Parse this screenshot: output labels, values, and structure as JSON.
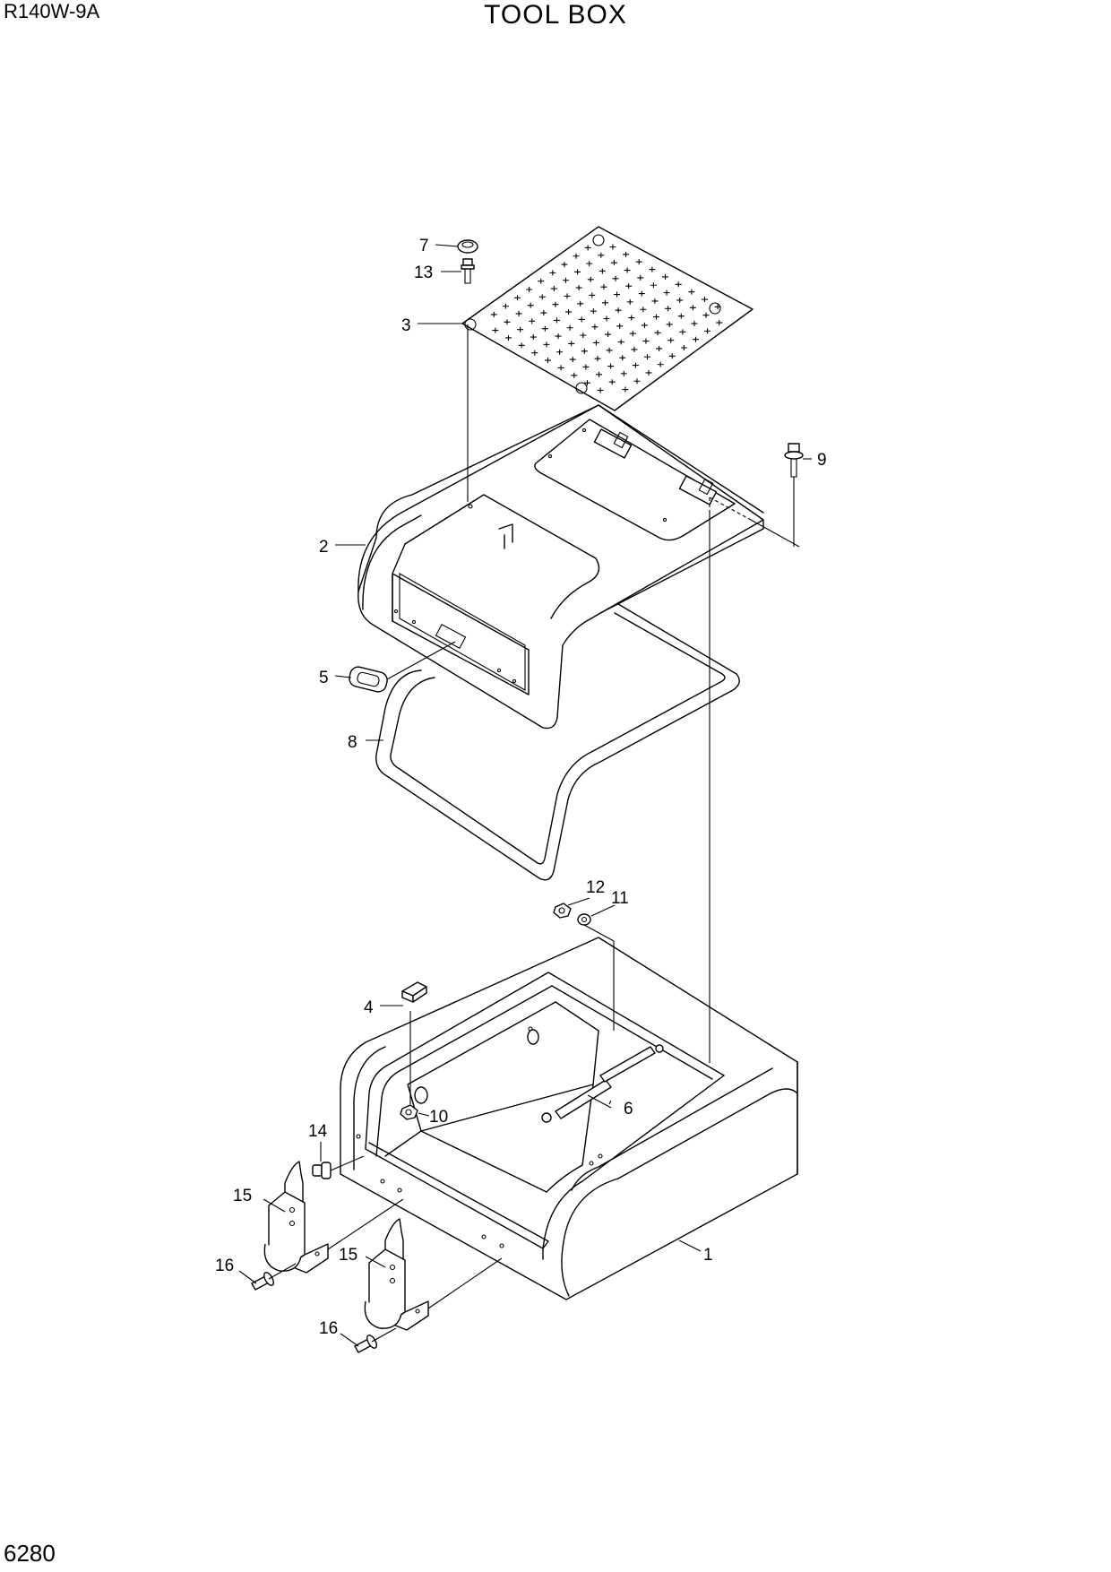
{
  "header": {
    "model": "R140W-9A",
    "title": "TOOL BOX"
  },
  "footer": {
    "page_number": "6280"
  },
  "callouts": [
    {
      "id": "c1",
      "label": "1"
    },
    {
      "id": "c2",
      "label": "2"
    },
    {
      "id": "c3",
      "label": "3"
    },
    {
      "id": "c4",
      "label": "4"
    },
    {
      "id": "c5",
      "label": "5"
    },
    {
      "id": "c6",
      "label": "6"
    },
    {
      "id": "c7",
      "label": "7"
    },
    {
      "id": "c8",
      "label": "8"
    },
    {
      "id": "c9",
      "label": "9"
    },
    {
      "id": "c10",
      "label": "10"
    },
    {
      "id": "c11",
      "label": "11"
    },
    {
      "id": "c12",
      "label": "12"
    },
    {
      "id": "c13",
      "label": "13"
    },
    {
      "id": "c14",
      "label": "14"
    },
    {
      "id": "c15a",
      "label": "15"
    },
    {
      "id": "c15b",
      "label": "15"
    },
    {
      "id": "c16a",
      "label": "16"
    },
    {
      "id": "c16b",
      "label": "16"
    }
  ]
}
